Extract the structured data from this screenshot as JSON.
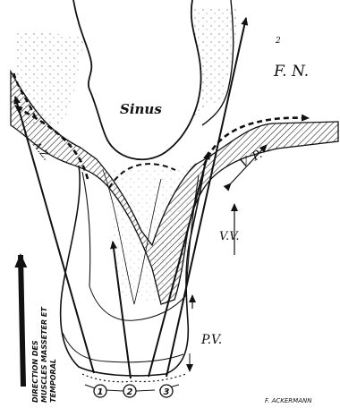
{
  "labels": {
    "sinus": "Sinus",
    "fn": "F. N.",
    "az": "A.Z.",
    "vp": "V. P.",
    "vv": "V.V.",
    "pv": "P.V.",
    "small_mark": "2"
  },
  "direction_caption": {
    "line1": "DIRECTION DES",
    "line2": "MUSCLES MASSETER ET",
    "line3": "TEMPORAL"
  },
  "markers": [
    "1",
    "2",
    "3"
  ],
  "signature": "F. ACKERMANN",
  "colors": {
    "ink": "#111111",
    "paper": "#ffffff"
  }
}
